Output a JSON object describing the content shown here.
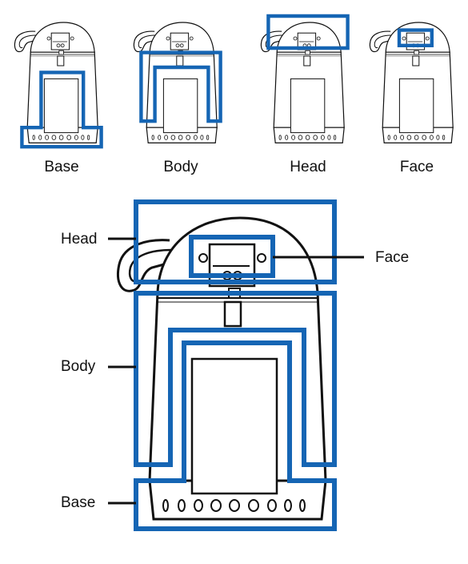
{
  "colors": {
    "highlight": "#1565b4",
    "line": "#111111",
    "fill": "#ffffff"
  },
  "thumbnails": [
    {
      "label": "Base",
      "highlight": "base"
    },
    {
      "label": "Body",
      "highlight": "body"
    },
    {
      "label": "Head",
      "highlight": "head"
    },
    {
      "label": "Face",
      "highlight": "face"
    }
  ],
  "main": {
    "labels": {
      "head": "Head",
      "body": "Body",
      "base": "Base",
      "face": "Face"
    }
  }
}
